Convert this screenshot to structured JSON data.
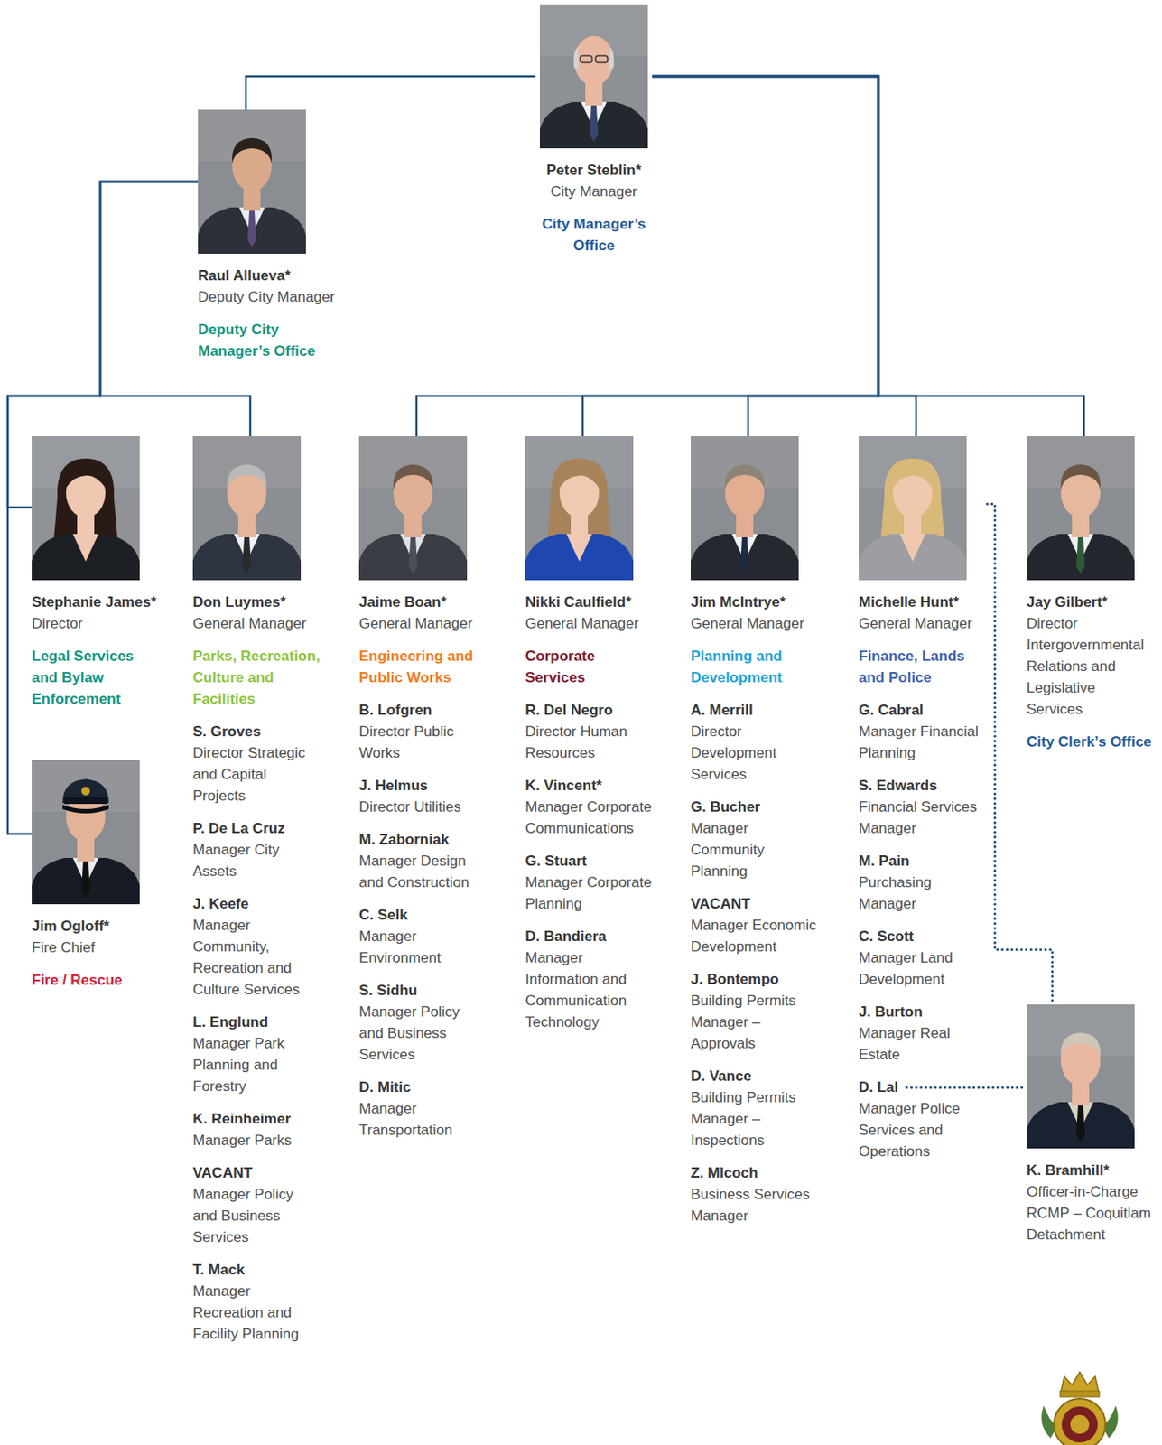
{
  "diagram": {
    "nodes": [
      {
        "text": [
          "Peter Steblin*",
          "City Manager",
          "City Manager’s Office"
        ]
      },
      {
        "text": [
          "Raul Allueva*",
          "Deputy City Manager",
          "Deputy City Manager’s Office"
        ]
      },
      {
        "text": [
          "Stephanie James*",
          "Director",
          "Legal Services and Bylaw Enforcement"
        ]
      },
      {
        "text": [
          "Don Luymes*",
          "General Manager",
          "Parks, Recreation, Culture and Facilities",
          "S. Groves",
          "Director Strategic and Capital Projects",
          "P. De La Cruz",
          "Manager City Assets",
          "J. Keefe",
          "Manager Community, Recreation and Culture Services",
          "L. Englund",
          "Manager Park Planning and Forestry",
          "K. Reinheimer",
          "Manager Parks",
          "VACANT",
          "Manager Policy and Business Services",
          "T. Mack",
          "Manager Recreation and Facility Planning"
        ]
      },
      {
        "text": [
          "Jaime Boan*",
          "General Manager",
          "Engineering and Public Works",
          "B. Lofgren",
          "Director Public Works",
          "J. Helmus",
          "Director Utilities",
          "M. Zaborniak",
          "Manager Design and Construction",
          "C. Selk",
          "Manager Environment",
          "S. Sidhu",
          "Manager Policy and Business Services",
          "D. Mitic",
          "Manager Transportation"
        ]
      },
      {
        "text": [
          "Nikki Caulfield*",
          "General Manager",
          "Corporate Services",
          "R. Del Negro",
          "Director Human Resources",
          "K. Vincent*",
          "Manager Corporate Communications",
          "G. Stuart",
          "Manager Corporate Planning",
          "D. Bandiera",
          "Manager Information and Communication Technology"
        ]
      },
      {
        "text": [
          "Jim McIntrye*",
          "General Manager",
          "Planning and Development",
          "A. Merrill",
          "Director Development Services",
          "G. Bucher",
          "Manager Community Planning",
          "VACANT",
          "Manager Economic Development",
          "J. Bontempo",
          "Building Permits Manager – Approvals",
          "D. Vance",
          "Building Permits Manager – Inspections",
          "Z. Mlcoch",
          "Business Services Manager"
        ]
      },
      {
        "text": [
          "Michelle Hunt*",
          "General Manager",
          "Finance, Lands and Police",
          "G. Cabral",
          "Manager Financial Planning",
          "S. Edwards",
          "Financial Services Manager",
          "M. Pain",
          "Purchasing Manager",
          "C. Scott",
          "Manager Land Development",
          "J. Burton",
          "Manager Real Estate",
          "D. Lal",
          "Manager Police Services and Operations"
        ]
      },
      {
        "text": [
          "Jay Gilbert*",
          "Director Intergovernmental Relations and Legislative Services",
          "City Clerk’s Office"
        ]
      },
      {
        "text": [
          "Jim Ogloff*",
          "Fire Chief",
          "Fire / Rescue"
        ]
      },
      {
        "text": [
          "K. Bramhill*",
          "Officer-in-Charge RCMP – Coquitlam Detachment"
        ]
      }
    ],
    "edges": [
      {
        "from": 0,
        "to": 1,
        "arrow": "none"
      },
      {
        "from": 0,
        "to": 4,
        "arrow": "none"
      },
      {
        "from": 0,
        "to": 5,
        "arrow": "none"
      },
      {
        "from": 0,
        "to": 6,
        "arrow": "none"
      },
      {
        "from": 0,
        "to": 7,
        "arrow": "none"
      },
      {
        "from": 0,
        "to": 8,
        "arrow": "none"
      },
      {
        "from": 1,
        "to": 2,
        "arrow": "none"
      },
      {
        "from": 1,
        "to": 3,
        "arrow": "none"
      },
      {
        "from": 1,
        "to": 9,
        "arrow": "none"
      },
      {
        "from": 7,
        "to": 10,
        "arrow": "none"
      }
    ]
  }
}
